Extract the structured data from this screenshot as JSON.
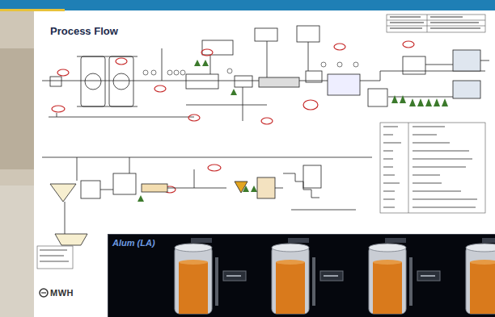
{
  "diagram": {
    "title": "Process Flow",
    "nodes": [
      {
        "text": [
          "Alum (LA)"
        ]
      }
    ],
    "labels": [
      "MWH"
    ]
  }
}
